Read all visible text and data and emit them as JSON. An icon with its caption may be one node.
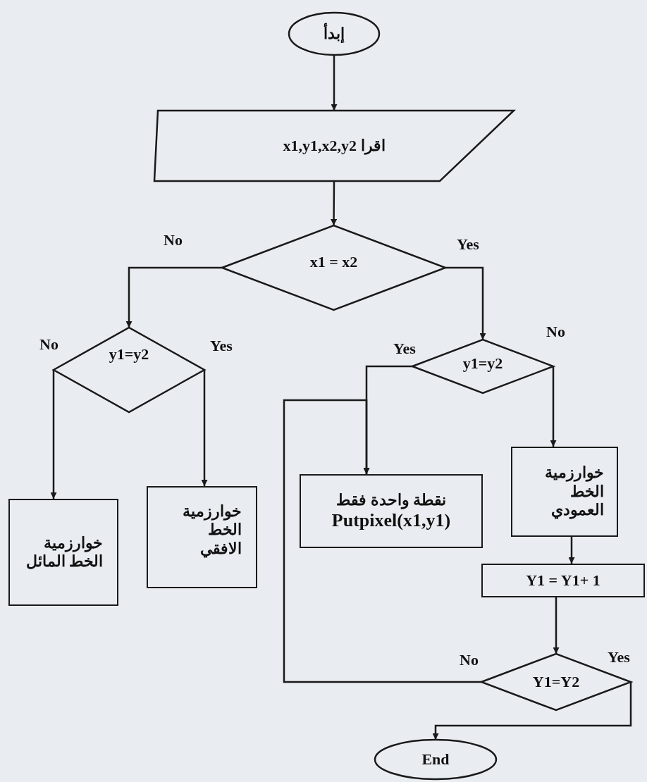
{
  "diagram": {
    "nodes": [
      {
        "text": [
          "إبدأ"
        ]
      },
      {
        "text": [
          "x1,y1,x2,y2 اقرا"
        ]
      },
      {
        "text": [
          "x1 = x2"
        ]
      },
      {
        "text": [
          "y1=y2"
        ]
      },
      {
        "text": [
          "y1=y2"
        ]
      },
      {
        "text": [
          "خوارزمية الخط المائل"
        ]
      },
      {
        "text": [
          "خوارزمية الخط الافقي"
        ]
      },
      {
        "text": [
          "نقطة واحدة فقط",
          "Putpixel(x1,y1)"
        ]
      },
      {
        "text": [
          "خوارزمية الخط العمودي"
        ]
      },
      {
        "text": [
          "Y1 = Y1+ 1"
        ]
      },
      {
        "text": [
          "Y1=Y2"
        ]
      },
      {
        "text": [
          "End"
        ]
      }
    ],
    "edges": [
      {
        "from": 0,
        "to": 1,
        "arrow": "to"
      },
      {
        "from": 1,
        "to": 2,
        "arrow": "to"
      },
      {
        "from": 2,
        "to": 3,
        "arrow": "to",
        "label": "No"
      },
      {
        "from": 2,
        "to": 4,
        "arrow": "to",
        "label": "Yes"
      },
      {
        "from": 3,
        "to": 5,
        "arrow": "to",
        "label": "No"
      },
      {
        "from": 3,
        "to": 6,
        "arrow": "to",
        "label": "Yes"
      },
      {
        "from": 4,
        "to": 7,
        "arrow": "to",
        "label": "Yes"
      },
      {
        "from": 4,
        "to": 8,
        "arrow": "to",
        "label": "No"
      },
      {
        "from": 8,
        "to": 9,
        "arrow": "to"
      },
      {
        "from": 9,
        "to": 10,
        "arrow": "to"
      },
      {
        "from": 10,
        "to": 7,
        "arrow": "to",
        "label": "No"
      },
      {
        "from": 10,
        "to": 11,
        "arrow": "to",
        "label": "Yes"
      }
    ]
  }
}
